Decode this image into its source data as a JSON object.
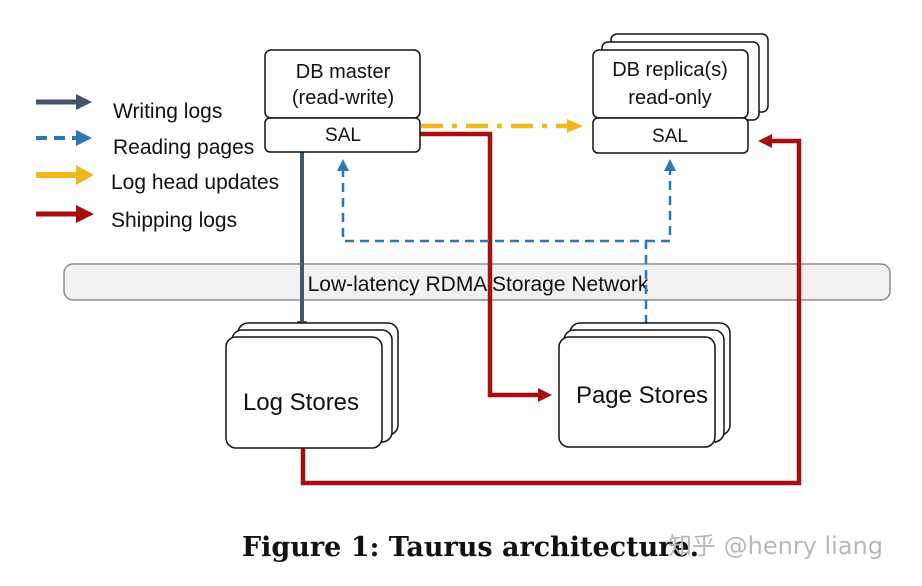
{
  "legend": {
    "items": [
      {
        "label": "Writing logs",
        "color": "#44546a",
        "style": "solid"
      },
      {
        "label": "Reading pages",
        "color": "#2e75b6",
        "style": "dashed"
      },
      {
        "label": "Log head updates",
        "color": "#f2b71b",
        "style": "solid"
      },
      {
        "label": "Shipping logs",
        "color": "#a50f0f",
        "style": "solid"
      }
    ]
  },
  "nodes": {
    "master": {
      "line1": "DB master",
      "line2": "(read-write)",
      "sal": "SAL"
    },
    "replica": {
      "line1": "DB replica(s)",
      "line2": "read-only",
      "sal": "SAL"
    },
    "network": {
      "label": "Low-latency RDMA Storage Network"
    },
    "log_stores": {
      "label": "Log Stores"
    },
    "page_stores": {
      "label": "Page Stores"
    }
  },
  "caption": "Figure 1: Taurus architecture.",
  "watermark": "知乎 @henry liang",
  "colors": {
    "writing": "#44546a",
    "reading": "#2e75b6",
    "log_head": "#f2b71b",
    "shipping": "#a50f0f"
  }
}
